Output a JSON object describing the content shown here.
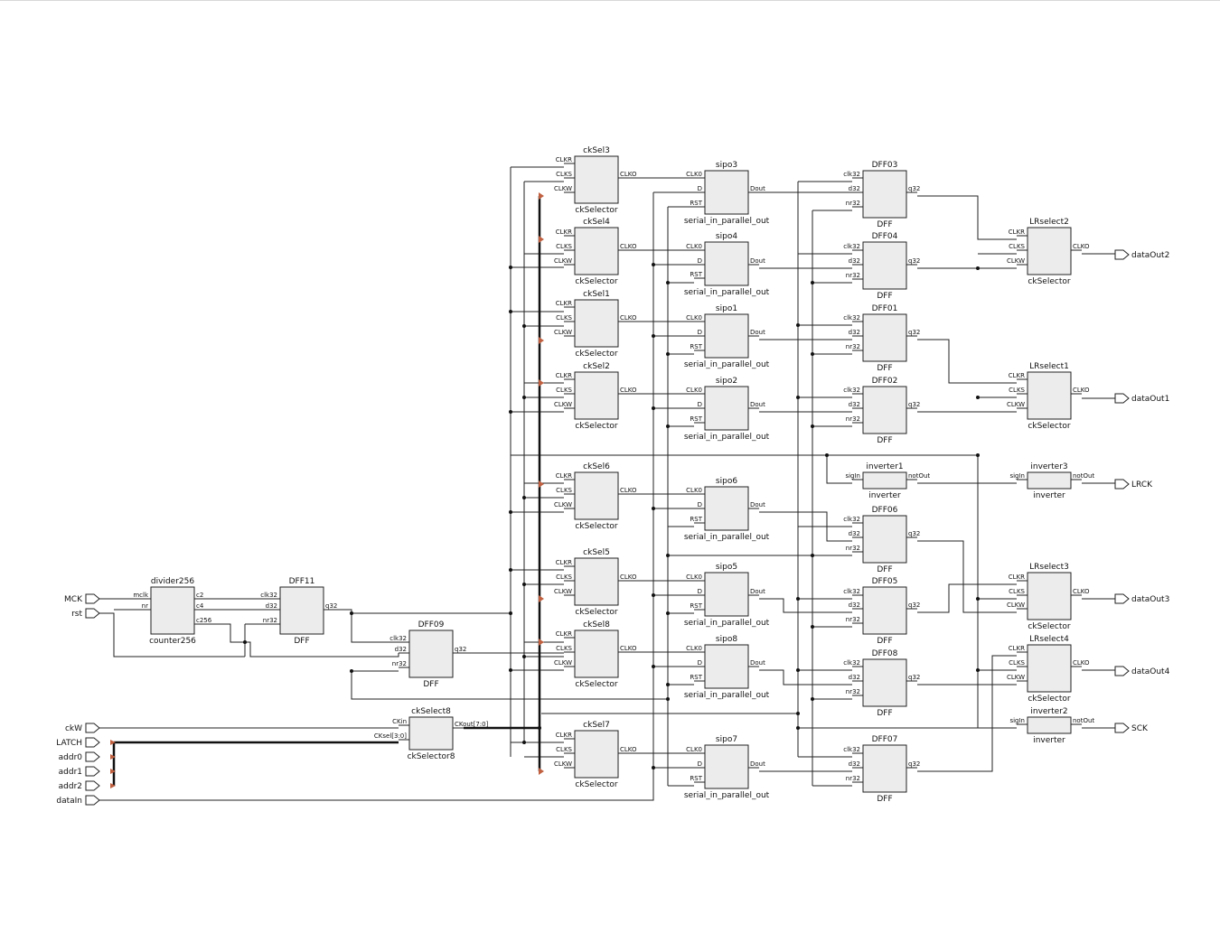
{
  "schematic": {
    "ports_in": [
      {
        "id": "mck",
        "label": "MCK"
      },
      {
        "id": "rst",
        "label": "rst"
      },
      {
        "id": "ckw",
        "label": "ckW"
      },
      {
        "id": "latch",
        "label": "LATCH"
      },
      {
        "id": "addr0",
        "label": "addr0"
      },
      {
        "id": "addr1",
        "label": "addr1"
      },
      {
        "id": "addr2",
        "label": "addr2"
      },
      {
        "id": "datain",
        "label": "dataIn"
      }
    ],
    "ports_out": [
      {
        "id": "dataout2",
        "label": "dataOut2"
      },
      {
        "id": "dataout1",
        "label": "dataOut1"
      },
      {
        "id": "lrck",
        "label": "LRCK"
      },
      {
        "id": "dataout3",
        "label": "dataOut3"
      },
      {
        "id": "dataout4",
        "label": "dataOut4"
      },
      {
        "id": "sck",
        "label": "SCK"
      }
    ],
    "blocks": [
      {
        "id": "divider256",
        "name": "divider256",
        "type": "counter256",
        "in": [
          "mclk",
          "nr"
        ],
        "out": [
          "c2",
          "c4",
          "c256"
        ]
      },
      {
        "id": "dff11",
        "name": "DFF11",
        "type": "DFF",
        "in": [
          "clk32",
          "d32",
          "nr32"
        ],
        "out": [
          "q32"
        ]
      },
      {
        "id": "dff09",
        "name": "DFF09",
        "type": "DFF",
        "in": [
          "clk32",
          "d32",
          "nr32"
        ],
        "out": [
          "q32"
        ]
      },
      {
        "id": "ckselect8",
        "name": "ckSelect8",
        "type": "ckSelector8",
        "in": [
          "CKin",
          "CKsel[3:0]"
        ],
        "out": [
          "CKout[7:0]"
        ]
      },
      {
        "id": "cksel3",
        "name": "ckSel3",
        "type": "ckSelector",
        "in": [
          "CLKR",
          "CLKS",
          "CLKW"
        ],
        "out": [
          "CLKO"
        ]
      },
      {
        "id": "cksel4",
        "name": "ckSel4",
        "type": "ckSelector",
        "in": [
          "CLKR",
          "CLKS",
          "CLKW"
        ],
        "out": [
          "CLKO"
        ]
      },
      {
        "id": "cksel1",
        "name": "ckSel1",
        "type": "ckSelector",
        "in": [
          "CLKR",
          "CLKS",
          "CLKW"
        ],
        "out": [
          "CLKO"
        ]
      },
      {
        "id": "cksel2",
        "name": "ckSel2",
        "type": "ckSelector",
        "in": [
          "CLKR",
          "CLKS",
          "CLKW"
        ],
        "out": [
          "CLKO"
        ]
      },
      {
        "id": "cksel6",
        "name": "ckSel6",
        "type": "ckSelector",
        "in": [
          "CLKR",
          "CLKS",
          "CLKW"
        ],
        "out": [
          "CLKO"
        ]
      },
      {
        "id": "cksel5",
        "name": "ckSel5",
        "type": "ckSelector",
        "in": [
          "CLKR",
          "CLKS",
          "CLKW"
        ],
        "out": [
          "CLKO"
        ]
      },
      {
        "id": "cksel8",
        "name": "ckSel8",
        "type": "ckSelector",
        "in": [
          "CLKR",
          "CLKS",
          "CLKW"
        ],
        "out": [
          "CLKO"
        ]
      },
      {
        "id": "cksel7",
        "name": "ckSel7",
        "type": "ckSelector",
        "in": [
          "CLKR",
          "CLKS",
          "CLKW"
        ],
        "out": [
          "CLKO"
        ]
      },
      {
        "id": "sipo3",
        "name": "sipo3",
        "type": "serial_in_parallel_out",
        "in": [
          "CLK0",
          "D",
          "RST"
        ],
        "out": [
          "Dout"
        ]
      },
      {
        "id": "sipo4",
        "name": "sipo4",
        "type": "serial_in_parallel_out",
        "in": [
          "CLK0",
          "D",
          "RST"
        ],
        "out": [
          "Dout"
        ]
      },
      {
        "id": "sipo1",
        "name": "sipo1",
        "type": "serial_in_parallel_out",
        "in": [
          "CLK0",
          "D",
          "RST"
        ],
        "out": [
          "Dout"
        ]
      },
      {
        "id": "sipo2",
        "name": "sipo2",
        "type": "serial_in_parallel_out",
        "in": [
          "CLK0",
          "D",
          "RST"
        ],
        "out": [
          "Dout"
        ]
      },
      {
        "id": "sipo6",
        "name": "sipo6",
        "type": "serial_in_parallel_out",
        "in": [
          "CLK0",
          "D",
          "RST"
        ],
        "out": [
          "Dout"
        ]
      },
      {
        "id": "sipo5",
        "name": "sipo5",
        "type": "serial_in_parallel_out",
        "in": [
          "CLK0",
          "D",
          "RST"
        ],
        "out": [
          "Dout"
        ]
      },
      {
        "id": "sipo8",
        "name": "sipo8",
        "type": "serial_in_parallel_out",
        "in": [
          "CLK0",
          "D",
          "RST"
        ],
        "out": [
          "Dout"
        ]
      },
      {
        "id": "sipo7",
        "name": "sipo7",
        "type": "serial_in_parallel_out",
        "in": [
          "CLK0",
          "D",
          "RST"
        ],
        "out": [
          "Dout"
        ]
      },
      {
        "id": "dff03",
        "name": "DFF03",
        "type": "DFF",
        "in": [
          "clk32",
          "d32",
          "nr32"
        ],
        "out": [
          "q32"
        ]
      },
      {
        "id": "dff04",
        "name": "DFF04",
        "type": "DFF",
        "in": [
          "clk32",
          "d32",
          "nr32"
        ],
        "out": [
          "q32"
        ]
      },
      {
        "id": "dff01",
        "name": "DFF01",
        "type": "DFF",
        "in": [
          "clk32",
          "d32",
          "nr32"
        ],
        "out": [
          "q32"
        ]
      },
      {
        "id": "dff02",
        "name": "DFF02",
        "type": "DFF",
        "in": [
          "clk32",
          "d32",
          "nr32"
        ],
        "out": [
          "q32"
        ]
      },
      {
        "id": "dff06",
        "name": "DFF06",
        "type": "DFF",
        "in": [
          "clk32",
          "d32",
          "nr32"
        ],
        "out": [
          "q32"
        ]
      },
      {
        "id": "dff05",
        "name": "DFF05",
        "type": "DFF",
        "in": [
          "clk32",
          "d32",
          "nr32"
        ],
        "out": [
          "q32"
        ]
      },
      {
        "id": "dff08",
        "name": "DFF08",
        "type": "DFF",
        "in": [
          "clk32",
          "d32",
          "nr32"
        ],
        "out": [
          "q32"
        ]
      },
      {
        "id": "dff07",
        "name": "DFF07",
        "type": "DFF",
        "in": [
          "clk32",
          "d32",
          "nr32"
        ],
        "out": [
          "q32"
        ]
      },
      {
        "id": "inverter1",
        "name": "inverter1",
        "type": "inverter",
        "in": [
          "sigIn"
        ],
        "out": [
          "notOut"
        ]
      },
      {
        "id": "inverter3",
        "name": "inverter3",
        "type": "inverter",
        "in": [
          "sigIn"
        ],
        "out": [
          "notOut"
        ]
      },
      {
        "id": "inverter2",
        "name": "inverter2",
        "type": "inverter",
        "in": [
          "sigIn"
        ],
        "out": [
          "notOut"
        ]
      },
      {
        "id": "lrselect2",
        "name": "LRselect2",
        "type": "ckSelector",
        "in": [
          "CLKR",
          "CLKS",
          "CLKW"
        ],
        "out": [
          "CLKO"
        ]
      },
      {
        "id": "lrselect1",
        "name": "LRselect1",
        "type": "ckSelector",
        "in": [
          "CLKR",
          "CLKS",
          "CLKW"
        ],
        "out": [
          "CLKO"
        ]
      },
      {
        "id": "lrselect3",
        "name": "LRselect3",
        "type": "ckSelector",
        "in": [
          "CLKR",
          "CLKS",
          "CLKW"
        ],
        "out": [
          "CLKO"
        ]
      },
      {
        "id": "lrselect4",
        "name": "LRselect4",
        "type": "ckSelector",
        "in": [
          "CLKR",
          "CLKS",
          "CLKW"
        ],
        "out": [
          "CLKO"
        ]
      }
    ]
  }
}
